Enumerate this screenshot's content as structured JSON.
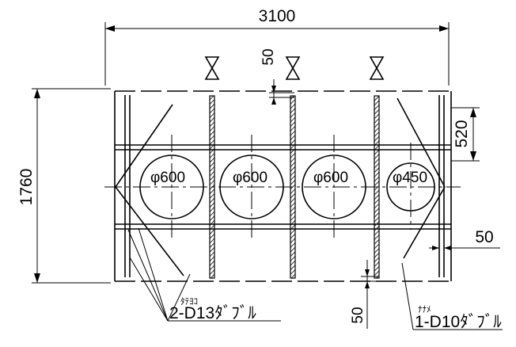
{
  "dimensions": {
    "width": "3100",
    "height": "1760",
    "offset_top": "50",
    "offset_bottom": "50",
    "right_spacing": "520",
    "right_edge": "50"
  },
  "openings": [
    {
      "label": "φ600"
    },
    {
      "label": "φ600"
    },
    {
      "label": "φ600"
    },
    {
      "label": "φ450"
    }
  ],
  "annotations": {
    "straight_note": "ﾀﾃﾖｺ",
    "straight_rebar": "2-D13ﾀﾞﾌﾞﾙ",
    "diagonal_note": "ﾅﾅﾒ",
    "diagonal_rebar": "1-D10ﾀﾞﾌﾞﾙ"
  }
}
